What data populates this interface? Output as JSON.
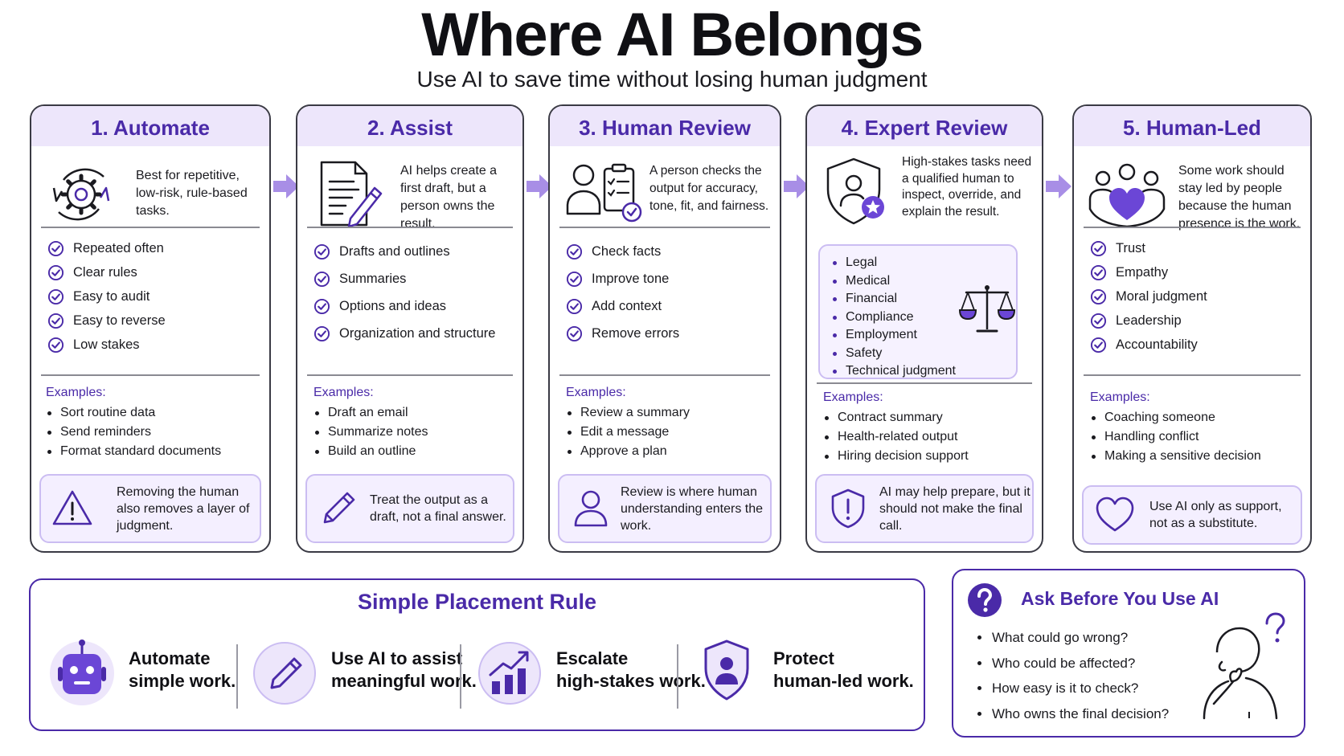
{
  "header": {
    "title": "Where AI Belongs",
    "subtitle": "Use AI to save time without losing human judgment"
  },
  "colors": {
    "accent": "#4a2aa8",
    "accent_light": "#ede6fb",
    "note_bg": "#f4efff",
    "border": "#3a3a44"
  },
  "cards": [
    {
      "title": "1. Automate",
      "icon": "gear-cycle-icon",
      "intro": "Best for repetitive, low-risk, rule-based tasks.",
      "checks": [
        "Repeated often",
        "Clear rules",
        "Easy to audit",
        "Easy to reverse",
        "Low stakes"
      ],
      "examples_label": "Examples:",
      "examples": [
        "Sort routine data",
        "Send reminders",
        "Format standard documents"
      ],
      "note_icon": "warning-icon",
      "note": "Removing the human also removes a layer of judgment."
    },
    {
      "title": "2. Assist",
      "icon": "document-pencil-icon",
      "intro": "AI helps create a first draft, but a person owns the result.",
      "checks": [
        "Drafts and outlines",
        "Summaries",
        "Options and ideas",
        "Organization and structure"
      ],
      "examples_label": "Examples:",
      "examples": [
        "Draft an email",
        "Summarize notes",
        "Build an outline"
      ],
      "note_icon": "pencil-icon",
      "note": "Treat the output as a draft, not a final answer."
    },
    {
      "title": "3. Human Review",
      "icon": "person-checklist-icon",
      "intro": "A person checks the output for accuracy, tone, fit, and fairness.",
      "checks": [
        "Check facts",
        "Improve tone",
        "Add context",
        "Remove errors"
      ],
      "examples_label": "Examples:",
      "examples": [
        "Review a summary",
        "Edit a message",
        "Approve a plan"
      ],
      "note_icon": "person-icon",
      "note": "Review is where human understanding enters the work."
    },
    {
      "title": "4. Expert Review",
      "icon": "shield-person-star-icon",
      "intro": "High-stakes tasks need a qualified human to inspect, override, and explain the result.",
      "domains": [
        "Legal",
        "Medical",
        "Financial",
        "Compliance",
        "Employment",
        "Safety",
        "Technical judgment"
      ],
      "domains_icon": "scales-icon",
      "examples_label": "Examples:",
      "examples": [
        "Contract summary",
        "Health-related output",
        "Hiring decision support"
      ],
      "note_icon": "shield-alert-icon",
      "note": "AI may help prepare, but it should not make the final call."
    },
    {
      "title": "5. Human-Led",
      "icon": "people-heart-icon",
      "intro": "Some work should stay led by people because the human presence is the work.",
      "checks": [
        "Trust",
        "Empathy",
        "Moral judgment",
        "Leadership",
        "Accountability"
      ],
      "examples_label": "Examples:",
      "examples": [
        "Coaching someone",
        "Handling conflict",
        "Making a sensitive decision"
      ],
      "note_icon": "heart-icon",
      "note": "Use AI only as support, not as a substitute."
    }
  ],
  "placement_rule": {
    "title": "Simple Placement Rule",
    "items": [
      {
        "icon": "robot-icon",
        "line1": "Automate",
        "line2": "simple work."
      },
      {
        "icon": "pencil-circle-icon",
        "line1": "Use AI to assist",
        "line2": "meaningful work."
      },
      {
        "icon": "chart-up-icon",
        "line1": "Escalate",
        "line2": "high-stakes work."
      },
      {
        "icon": "shield-person-icon",
        "line1": "Protect",
        "line2": "human-led work."
      }
    ]
  },
  "ask": {
    "title": "Ask Before You Use AI",
    "icon": "question-circle-icon",
    "figure_icon": "thinking-person-icon",
    "questions": [
      "What could go wrong?",
      "Who could be affected?",
      "How easy is it to check?",
      "Who owns the final decision?"
    ]
  }
}
